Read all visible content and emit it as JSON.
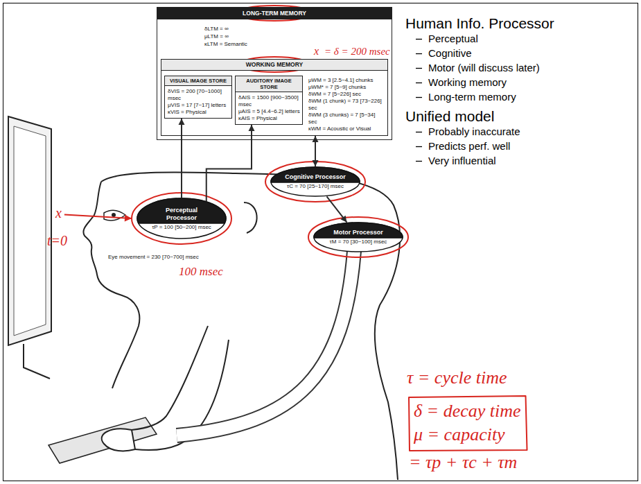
{
  "diagram": {
    "nodes": [
      {
        "text": [
          "LONG-TERM MEMORY",
          "δLTM = ∞",
          "μLTM = ∞",
          "κLTM = Semantic"
        ]
      },
      {
        "text": [
          "WORKING MEMORY",
          "μWM = 3 [2.5~4.1] chunks",
          "μWM* = 7 [5~9] chunks",
          "δWM = 7 [5~226] sec",
          "δWM (1 chunk) = 73 [73~226] sec",
          "δWM (3 chunks) = 7 [5~34] sec",
          "κWM = Acoustic or Visual"
        ],
        "in": 0
      },
      {
        "text": [
          "VISUAL IMAGE STORE",
          "δVIS = 200 [70~1000] msec",
          "μVIS = 17 [7~17] letters",
          "κVIS = Physical"
        ],
        "in": 1
      },
      {
        "text": [
          "AUDITORY IMAGE STORE",
          "δAIS = 1500 [900~3500] msec",
          "μAIS = 5 [4.4~6.2] letters",
          "κAIS = Physical"
        ],
        "in": 1
      },
      {
        "text": [
          "Perceptual Processor",
          "τP = 100 [50~200] msec"
        ]
      },
      {
        "text": [
          "Cognitive Processor",
          "τC = 70 [25~170] msec"
        ]
      },
      {
        "text": [
          "Motor Processor",
          "τM = 70 [30~100] msec"
        ]
      }
    ],
    "edges": [
      {
        "from": 4,
        "to": 2,
        "arrow": "to"
      },
      {
        "from": 4,
        "to": 3,
        "arrow": "to"
      },
      {
        "from": 5,
        "to": 1,
        "arrow": "both"
      },
      {
        "from": 5,
        "to": 6,
        "arrow": "to"
      }
    ],
    "labels": [
      "Eye movement = 230 [70~700] msec",
      "= δ = 200 msec",
      "x",
      "x",
      "t=0",
      "100 msec",
      "τ = cycle time",
      "δ = decay time",
      "μ = capacity",
      "= τp + τc + τm",
      "Human Info. Processor",
      "Perceptual",
      "Cognitive",
      "Motor (will discuss later)",
      "Working memory",
      "Long-term memory",
      "Unified model",
      "Probably inaccurate",
      "Predicts perf. well",
      "Very influential"
    ]
  }
}
